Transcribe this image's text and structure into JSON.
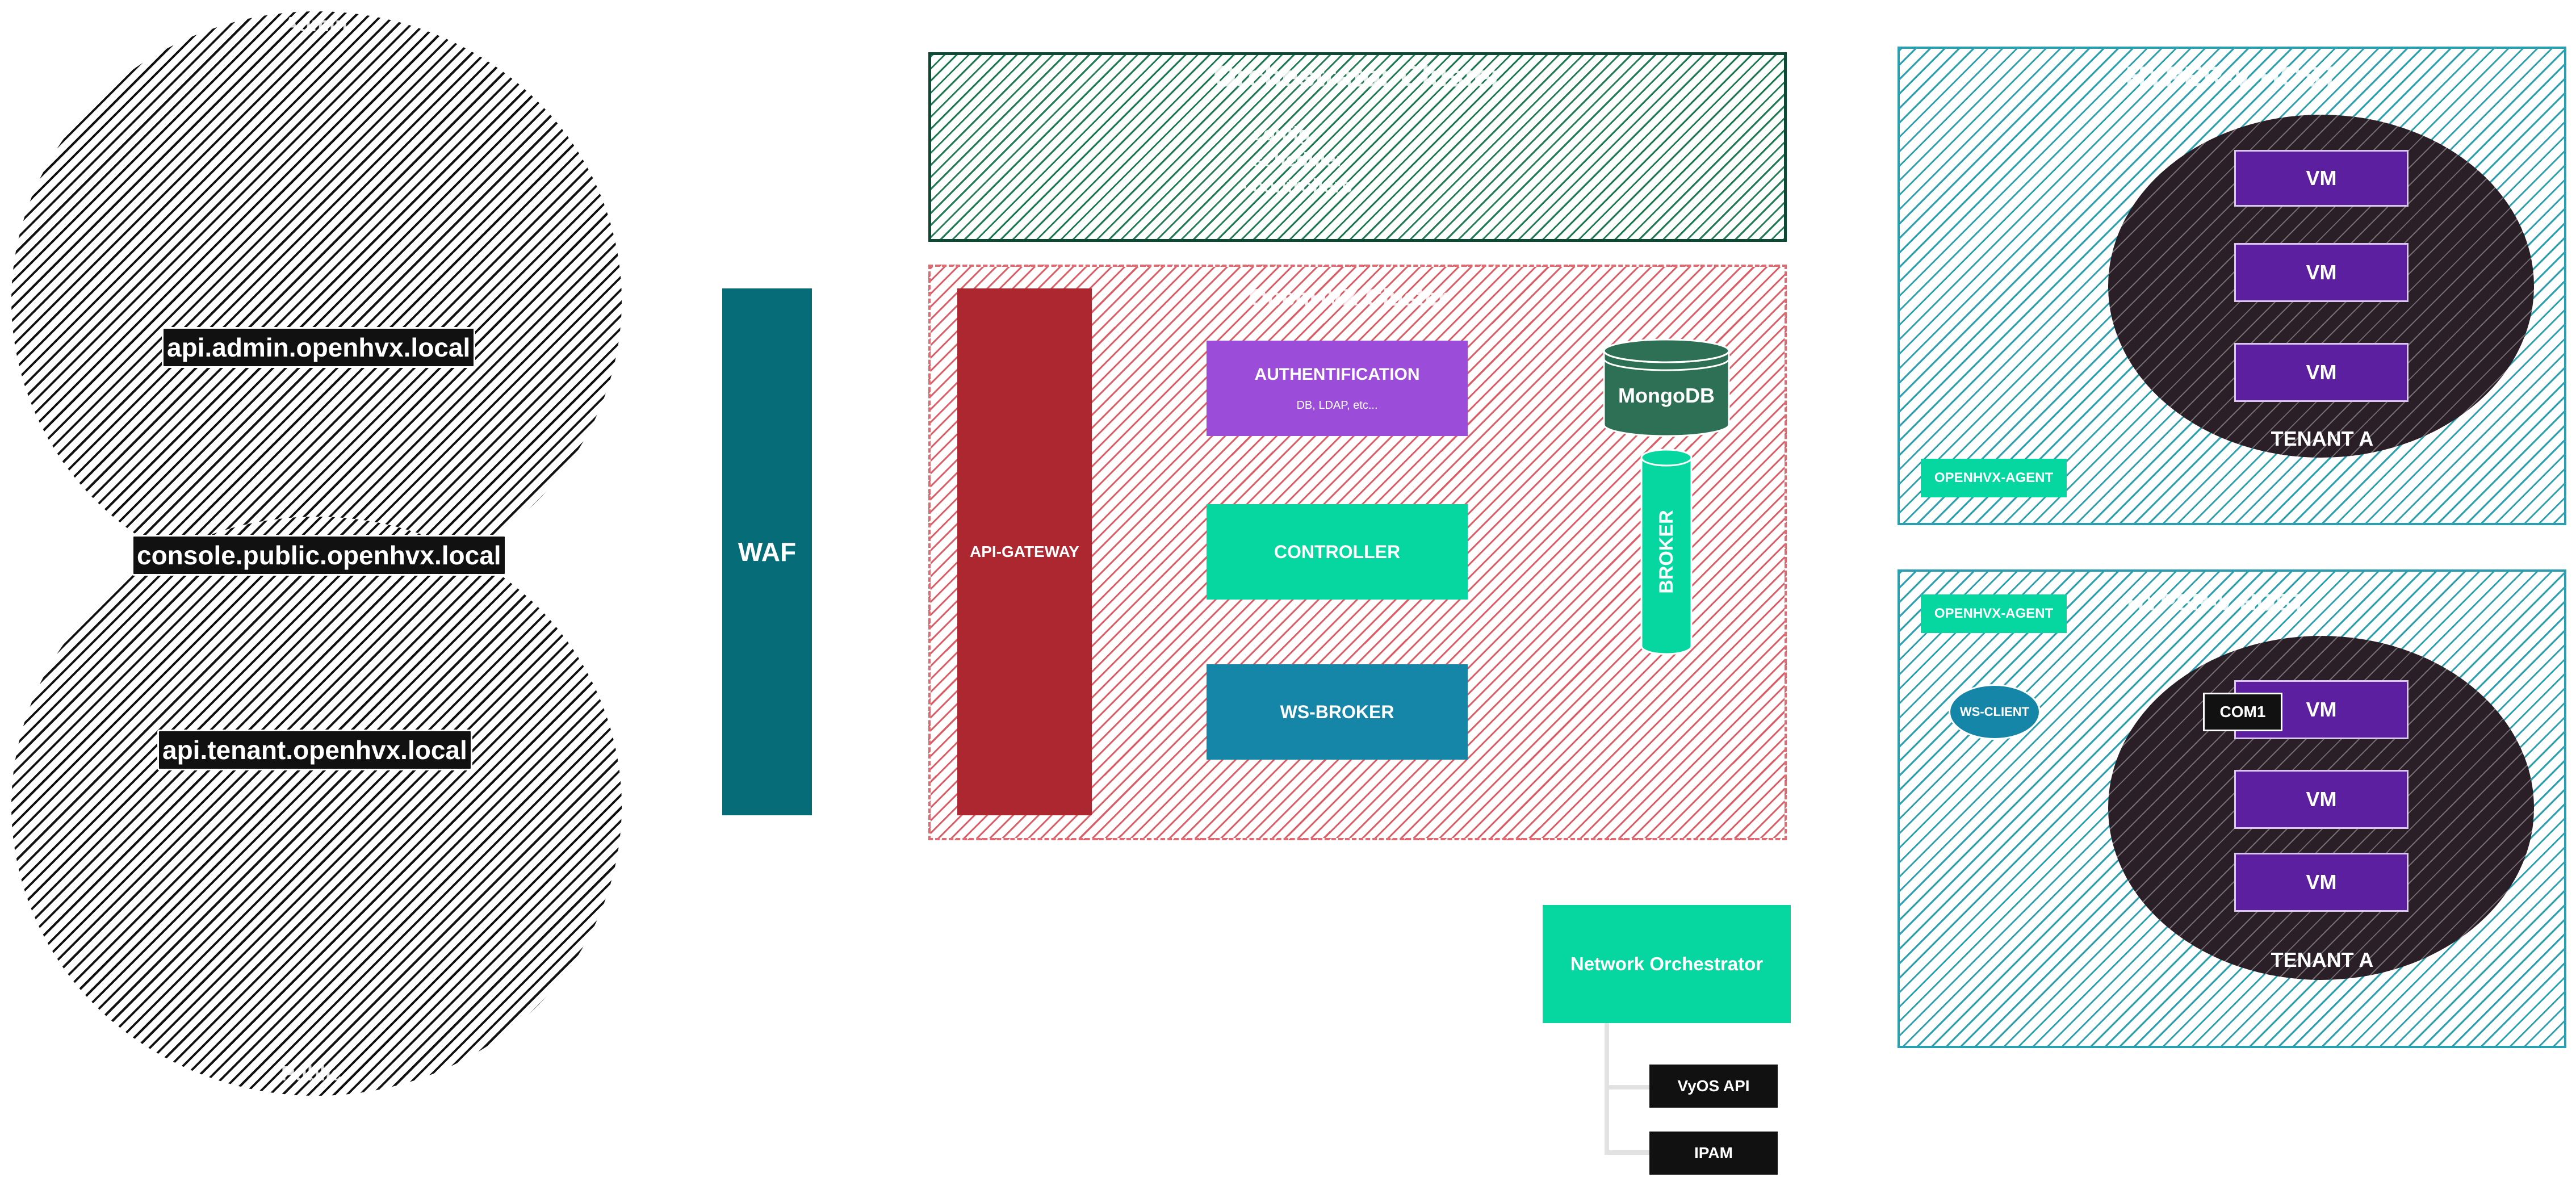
{
  "left": {
    "top_circle_label": "Admin",
    "bottom_circle_label": "Public",
    "domains": [
      "api.admin.openhvx.local",
      "console.public.openhvx.local",
      "api.tenant.openhvx.local"
    ]
  },
  "waf": {
    "label": "WAF"
  },
  "orchestrator": {
    "title": "Orchestrator Cluster",
    "lines": [
      "- config",
      "- scheduler",
      "- controllers"
    ]
  },
  "openhvx": {
    "title": "OpenHVX Cluster",
    "api_gateway": "API-GATEWAY",
    "auth": {
      "label": "AUTHENTIFICATION",
      "sub": "DB, LDAP, etc..."
    },
    "controller": "CONTROLLER",
    "ws_broker": "WS-BROKER",
    "mongodb": "MongoDB",
    "broker": "BROKER"
  },
  "network": {
    "label": "Network Orchestrator",
    "items": [
      "VyOS API",
      "IPAM"
    ]
  },
  "host1": {
    "title": "HYPER-V HOST",
    "agent": "OPENHVX-AGENT",
    "vms": [
      "VM",
      "VM",
      "VM"
    ],
    "tenant": "TENANT A"
  },
  "host2": {
    "title": "HYPER-V HOST",
    "agent": "OPENHVX-AGENT",
    "ws_client": "WS-CLIENT",
    "com": "COM1",
    "vms": [
      "VM",
      "VM",
      "VM"
    ],
    "tenant": "TENANT A"
  },
  "colors": {
    "waf": "#066d78",
    "api_gateway": "#ad2731",
    "auth": "#9b4dd9",
    "controller": "#06d69f",
    "ws_broker": "#1586a8",
    "mongodb": "#2e7055",
    "vm": "#5b1fa0",
    "tenant_bg": "#2a1f26"
  }
}
